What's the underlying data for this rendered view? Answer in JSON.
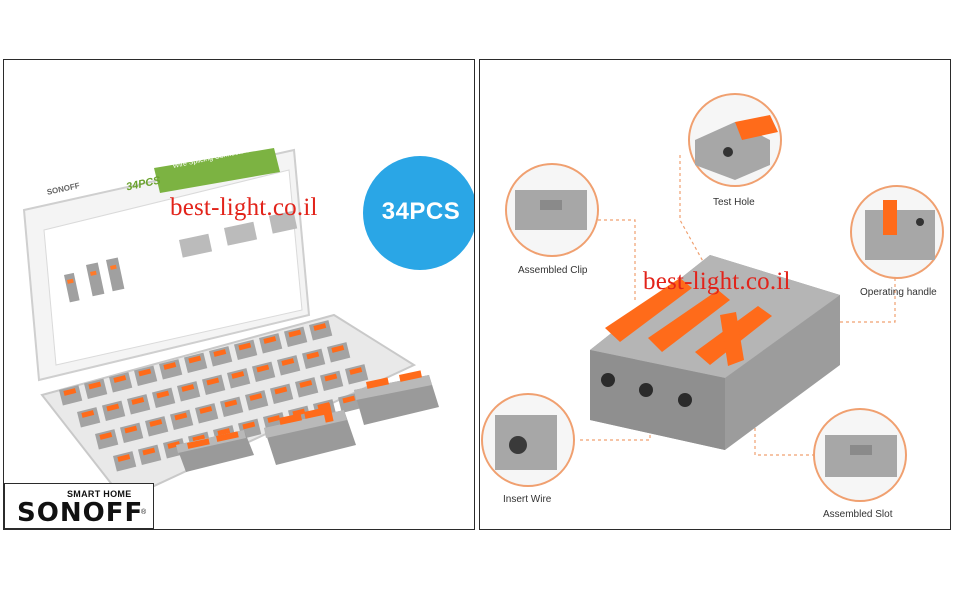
{
  "left_panel": {
    "watermark": "best-light.co.il",
    "badge": {
      "text": "34PCS",
      "color": "#2aa6e6"
    },
    "box": {
      "brand": "SONOFF",
      "count": "34PCS",
      "title": "Wire Splicing Connectors",
      "accent_color": "#7cb342"
    },
    "logo": {
      "line1": "SMART HOME",
      "brand": "SONOFF",
      "mark": "®"
    }
  },
  "right_panel": {
    "watermark": "best-light.co.il",
    "callouts": [
      {
        "label": "Test Hole"
      },
      {
        "label": "Assembled Clip"
      },
      {
        "label": "Operating handle"
      },
      {
        "label": "Insert Wire"
      },
      {
        "label": "Assembled Slot"
      }
    ],
    "colors": {
      "orange": "#ff6b1a",
      "gray": "#a7a7a7",
      "ring": "#f0a070"
    }
  }
}
